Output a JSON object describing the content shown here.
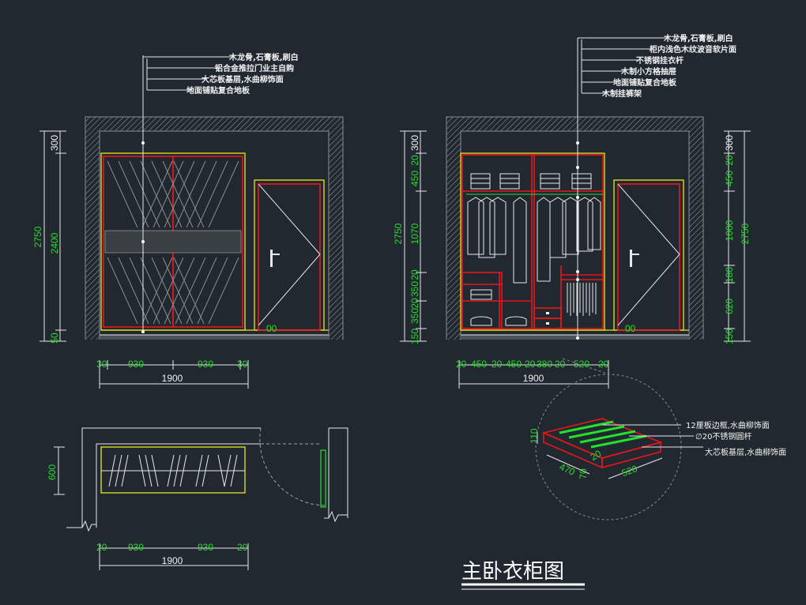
{
  "drawing_title": "主卧衣柜图",
  "elevation_left": {
    "callouts": [
      "木龙骨,石膏板,刷白",
      "铝合金推拉门业主自购",
      "大芯板基层,水曲柳饰面",
      "地面铺贴复合地板"
    ],
    "dim_vertical_outer": "2750",
    "dim_vertical_parts": [
      "300",
      "2400",
      "50"
    ],
    "dim_horizontal_parts": [
      "30",
      "930",
      "930",
      "30"
    ],
    "dim_horizontal_total": "1900"
  },
  "elevation_right": {
    "callouts": [
      "木龙骨,石膏板,刷白",
      "柜内浅色木纹波音软片面",
      "不锈钢挂衣杆",
      "木制小方格抽屉",
      "地面铺贴复合地板",
      "木制挂裤架"
    ],
    "dim_vertical_outer_left": "2750",
    "dim_vertical_parts_left": [
      "300",
      "20",
      "450",
      "1070",
      "20",
      "350",
      "20",
      "350",
      "150"
    ],
    "dim_vertical_outer_right": "2750",
    "dim_vertical_parts_right": [
      "300",
      "20",
      "450",
      "1000",
      "180",
      "620",
      "150"
    ],
    "dim_horizontal_parts": [
      "20",
      "450",
      "20",
      "450",
      "20",
      "380",
      "20",
      "520",
      "20"
    ],
    "dim_horizontal_total": "1900"
  },
  "plan": {
    "dim_depth": "600",
    "dim_horizontal_parts": [
      "20",
      "930",
      "930",
      "20"
    ],
    "dim_horizontal_total": "1900"
  },
  "detail": {
    "callouts": [
      "12厘板边框,水曲柳饰面",
      "∅20不锈钢圆杆",
      "大芯板基层,水曲柳饰面"
    ],
    "dims": [
      "110",
      "470",
      "70",
      "520",
      "20"
    ]
  },
  "colors": {
    "background": "#212830",
    "line_white": "#e8e8e8",
    "line_red": "#e8161b",
    "line_yellow": "#e6e61e",
    "dimension_green": "#22e22c"
  }
}
